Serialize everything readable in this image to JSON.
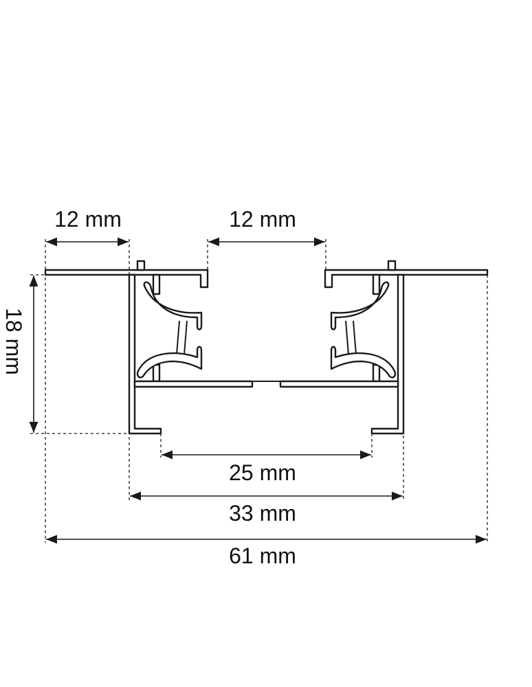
{
  "diagram": {
    "dimensions": {
      "top_left_width": "12 mm",
      "top_opening": "12 mm",
      "height": "18 mm",
      "bottom_opening": "25 mm",
      "body_width": "33 mm",
      "overall_width": "61 mm"
    },
    "colors": {
      "line": "#1a1a1a",
      "background": "#ffffff"
    }
  }
}
